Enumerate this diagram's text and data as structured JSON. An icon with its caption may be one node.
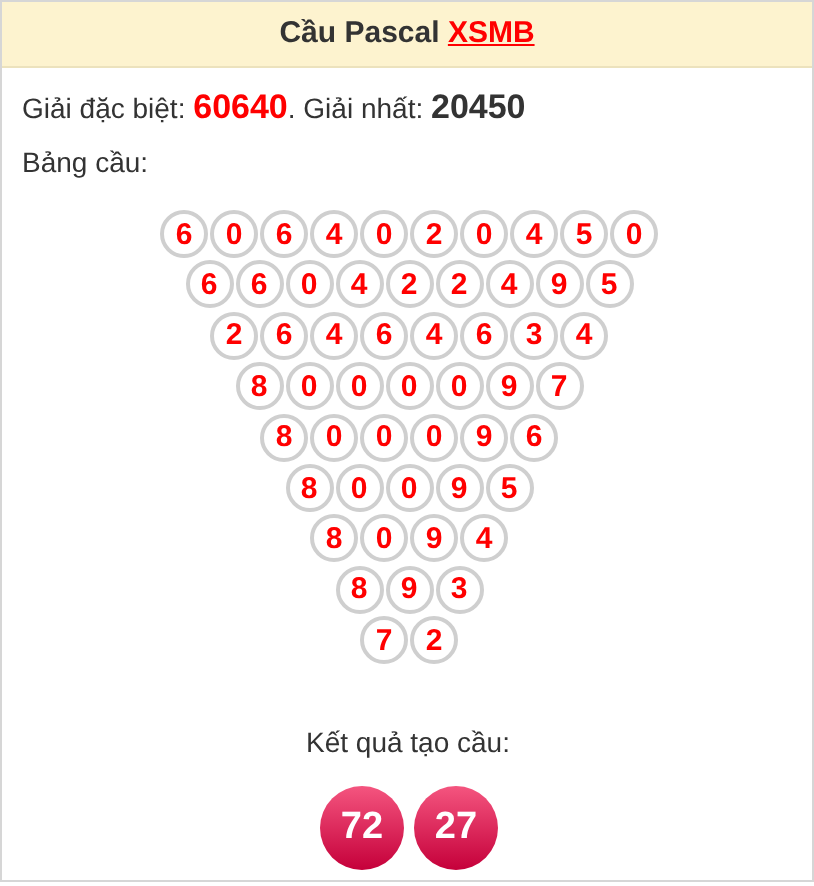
{
  "diagram": {
    "title": "Cầu Pascal XSMB",
    "nodes": [
      {
        "text": [
          "6"
        ]
      },
      {
        "text": [
          "0"
        ]
      },
      {
        "text": [
          "6"
        ]
      },
      {
        "text": [
          "4"
        ]
      },
      {
        "text": [
          "0"
        ]
      },
      {
        "text": [
          "2"
        ]
      },
      {
        "text": [
          "0"
        ]
      },
      {
        "text": [
          "4"
        ]
      },
      {
        "text": [
          "5"
        ]
      },
      {
        "text": [
          "0"
        ]
      },
      {
        "text": [
          "6"
        ]
      },
      {
        "text": [
          "6"
        ]
      },
      {
        "text": [
          "0"
        ]
      },
      {
        "text": [
          "4"
        ]
      },
      {
        "text": [
          "2"
        ]
      },
      {
        "text": [
          "2"
        ]
      },
      {
        "text": [
          "4"
        ]
      },
      {
        "text": [
          "9"
        ]
      },
      {
        "text": [
          "5"
        ]
      },
      {
        "text": [
          "2"
        ]
      },
      {
        "text": [
          "6"
        ]
      },
      {
        "text": [
          "4"
        ]
      },
      {
        "text": [
          "6"
        ]
      },
      {
        "text": [
          "4"
        ]
      },
      {
        "text": [
          "6"
        ]
      },
      {
        "text": [
          "3"
        ]
      },
      {
        "text": [
          "4"
        ]
      },
      {
        "text": [
          "8"
        ]
      },
      {
        "text": [
          "0"
        ]
      },
      {
        "text": [
          "0"
        ]
      },
      {
        "text": [
          "0"
        ]
      },
      {
        "text": [
          "0"
        ]
      },
      {
        "text": [
          "9"
        ]
      },
      {
        "text": [
          "7"
        ]
      },
      {
        "text": [
          "8"
        ]
      },
      {
        "text": [
          "0"
        ]
      },
      {
        "text": [
          "0"
        ]
      },
      {
        "text": [
          "0"
        ]
      },
      {
        "text": [
          "9"
        ]
      },
      {
        "text": [
          "6"
        ]
      },
      {
        "text": [
          "8"
        ]
      },
      {
        "text": [
          "0"
        ]
      },
      {
        "text": [
          "0"
        ]
      },
      {
        "text": [
          "9"
        ]
      },
      {
        "text": [
          "5"
        ]
      },
      {
        "text": [
          "8"
        ]
      },
      {
        "text": [
          "0"
        ]
      },
      {
        "text": [
          "9"
        ]
      },
      {
        "text": [
          "4"
        ]
      },
      {
        "text": [
          "8"
        ]
      },
      {
        "text": [
          "9"
        ]
      },
      {
        "text": [
          "3"
        ]
      },
      {
        "text": [
          "7"
        ]
      },
      {
        "text": [
          "2"
        ]
      },
      {
        "text": [
          "72"
        ]
      },
      {
        "text": [
          "27"
        ]
      }
    ],
    "labels": [
      "Giải đặc biệt: **60640**. Giải nhất: **20450**",
      "Bảng cầu:",
      "Kết quả tạo cầu:"
    ]
  }
}
